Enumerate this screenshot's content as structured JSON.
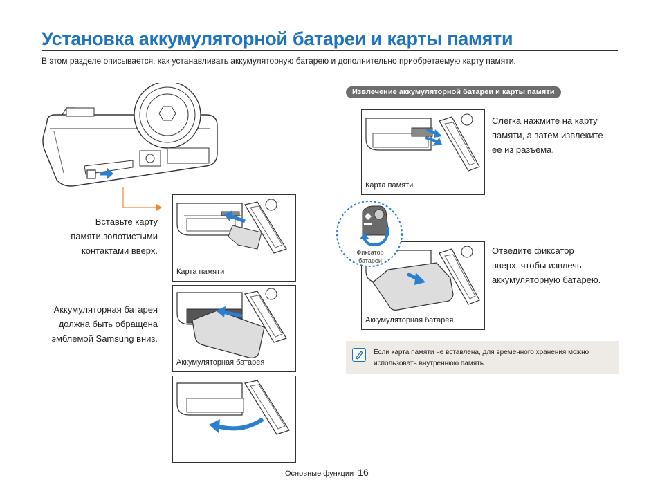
{
  "page": {
    "title": "Установка аккумуляторной батареи и карты памяти",
    "subtitle": "В этом разделе описывается, как устанавливать аккумуляторную батарею и дополнительно приобретаемую карту памяти."
  },
  "insert_steps": {
    "step1_caption": [
      "Вставьте карту",
      "памяти золотистыми",
      "контактами вверх."
    ],
    "step1_panel_label": "Карта памяти",
    "step2_caption": [
      "Аккумуляторная батарея",
      "должна быть обращена",
      "эмблемой Samsung вниз."
    ],
    "step2_panel_label": "Аккумуляторная батарея"
  },
  "remove_section": {
    "heading": "Извлечение аккумуляторной батареи и карты памяти",
    "card_caption": [
      "Слегка нажмите на карту",
      "памяти, а затем извлеките",
      "ее из разъема."
    ],
    "card_panel_label": "Карта памяти",
    "lock_label": [
      "Фиксатор",
      "батареи"
    ],
    "battery_caption": [
      "Отведите фиксатор",
      "вверх, чтобы извлечь",
      "аккумуляторную батарею."
    ],
    "battery_panel_label": "Аккумуляторная батарея"
  },
  "note": {
    "icon": "note-pencil-icon",
    "text": "Если карта памяти не вставлена, для временного хранения можно использовать внутреннюю память."
  },
  "footer": {
    "section": "Основные функции",
    "page_number": "16"
  },
  "colors": {
    "title_blue": "#1f74bd",
    "arrow_blue": "#2a7fd0",
    "guide_orange": "#e98a2c",
    "note_bg": "#eeebe6",
    "pill_gray": "#6d6d6d"
  }
}
